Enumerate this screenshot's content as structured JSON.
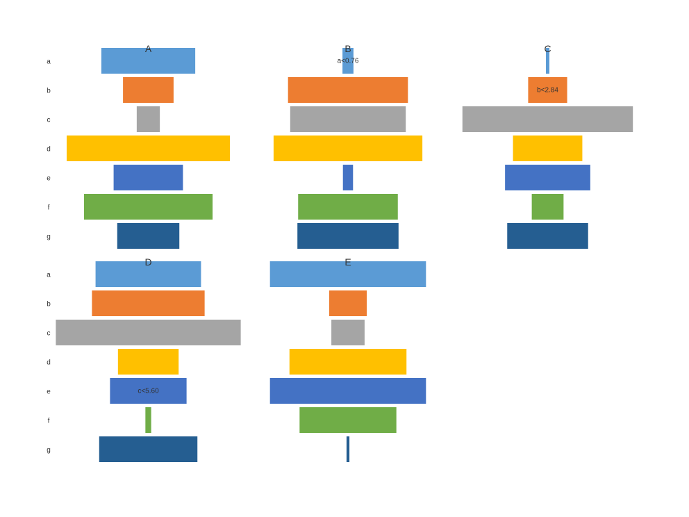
{
  "chart_data": {
    "type": "bar",
    "orientation": "horizontal",
    "layout": "small-multiples-centered-funnel",
    "categories": [
      "a",
      "b",
      "c",
      "d",
      "e",
      "f",
      "g"
    ],
    "colors": {
      "a": "#5B9BD5",
      "b": "#ED7D31",
      "c": "#A5A5A5",
      "d": "#FFC000",
      "e": "#4472C4",
      "f": "#70AD47",
      "g": "#255E91"
    },
    "panels": [
      {
        "title": "A",
        "values": [
          6.5,
          3.5,
          1.6,
          11.3,
          4.8,
          8.9,
          4.3
        ],
        "annotation": null
      },
      {
        "title": "B",
        "values": [
          0.76,
          8.3,
          8.0,
          10.3,
          0.7,
          6.9,
          7.0
        ],
        "annotation": {
          "category": "a",
          "text": "a<0.76"
        }
      },
      {
        "title": "C",
        "values": [
          0.24,
          2.7,
          11.8,
          4.8,
          5.9,
          2.2,
          5.6
        ],
        "annotation": {
          "category": "b",
          "text": "b<2.84"
        }
      },
      {
        "title": "D",
        "values": [
          7.3,
          7.8,
          12.8,
          4.2,
          5.3,
          0.4,
          6.8
        ],
        "annotation": {
          "category": "e",
          "text": "c<5.60"
        }
      },
      {
        "title": "E",
        "values": [
          10.8,
          2.6,
          2.3,
          8.1,
          10.8,
          6.7,
          0.2
        ],
        "annotation": null
      }
    ],
    "grid": false,
    "legend": "none"
  }
}
